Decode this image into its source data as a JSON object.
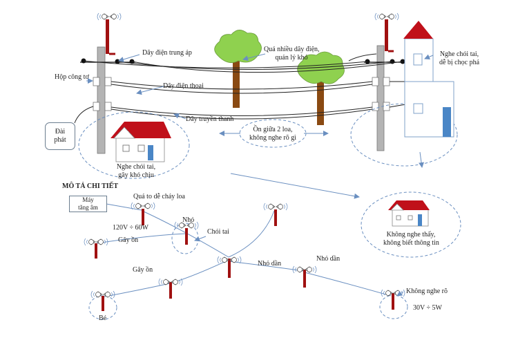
{
  "labels": {
    "trung_ap": "Dây điện trung áp",
    "qua_nhieu_1": "Quá nhiều dây điện,",
    "qua_nhieu_2": "quản lý khó",
    "hop_cong_to": "Hộp công tơ",
    "dien_thoai": "Dây điện thoại",
    "dai_phat_1": "Đài",
    "dai_phat_2": "phát",
    "truyen_thanh": "Dây truyền thanh",
    "on_giua_1": "Ồn giữa 2 loa,",
    "on_giua_2": "không nghe rõ gì",
    "nghe_choi_right_1": "Nghe chói tai,",
    "nghe_choi_right_2": "dễ bị chọc phá",
    "nghe_choi_left_1": "Nghe chói tai,",
    "nghe_choi_left_2": "gây khó chịu",
    "mo_ta": "MÔ TẢ CHI TIẾT",
    "may_tang_am_1": "Máy",
    "may_tang_am_2": "tăng âm",
    "qua_to": "Quá to dễ cháy loa",
    "v120": "120V ÷ 60W",
    "nho_1": "Nhỏ",
    "choi_tai": "Chói tai",
    "gay_on_1": "Gây ồn",
    "gay_on_2": "Gây ồn",
    "nho_dan_1": "Nhỏ dần",
    "nho_dan_2": "Nhỏ dần",
    "khong_nghe_ro": "Không nghe rõ",
    "v30": "30V ÷ 5W",
    "be": "Bé",
    "khong_nghe_thay_1": "Không nghe thấy,",
    "khong_nghe_thay_2": "không biết thông tin"
  },
  "colors": {
    "wire": "#222222",
    "callout": "#6a8fc0",
    "pole": "#a8a8a8",
    "roof": "#c0101a",
    "tree_green": "#8fd14f",
    "trunk": "#8a4a12",
    "door": "#4a86c6",
    "red_pole": "#a01010"
  }
}
